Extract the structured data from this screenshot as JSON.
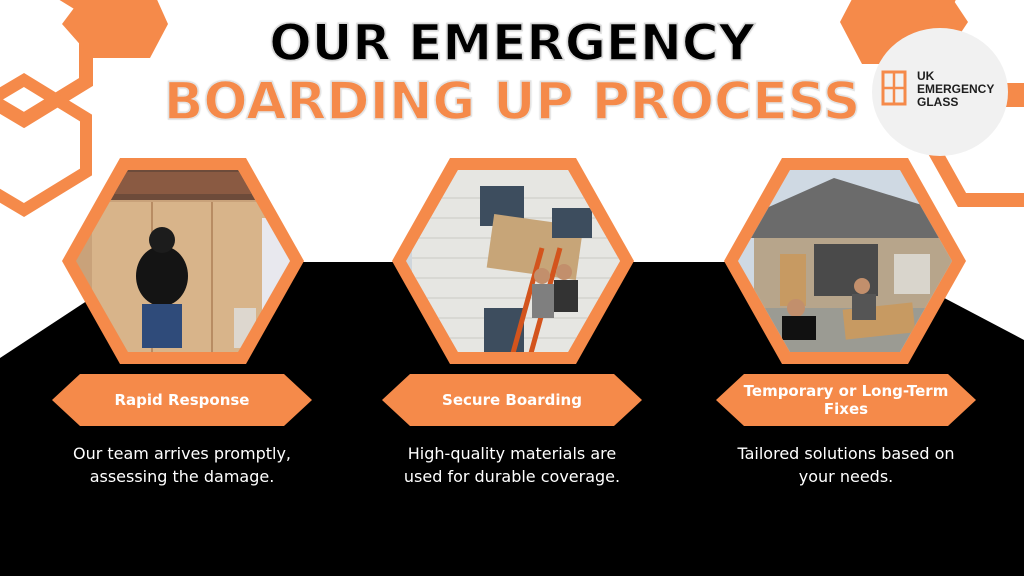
{
  "title": {
    "line1": "OUR EMERGENCY",
    "line2": "BOARDING UP PROCESS"
  },
  "logo": {
    "line1": "UK",
    "line2": "EMERGENCY",
    "line3": "GLASS"
  },
  "colors": {
    "accent": "#f58a4a",
    "black": "#000000",
    "white": "#ffffff",
    "logo_bg": "#f1f1f1"
  },
  "steps": [
    {
      "label": "Rapid Response",
      "description": "Our team arrives promptly, assessing the damage.",
      "photo": "worker-boarding-shopfront-photo"
    },
    {
      "label": "Secure Boarding",
      "description": "High-quality materials are used for durable coverage.",
      "photo": "workers-on-ladder-boarding-window-photo"
    },
    {
      "label": "Temporary or Long-Term Fixes",
      "description": "Tailored solutions based on your needs.",
      "photo": "workers-cutting-plywood-driveway-photo"
    }
  ]
}
